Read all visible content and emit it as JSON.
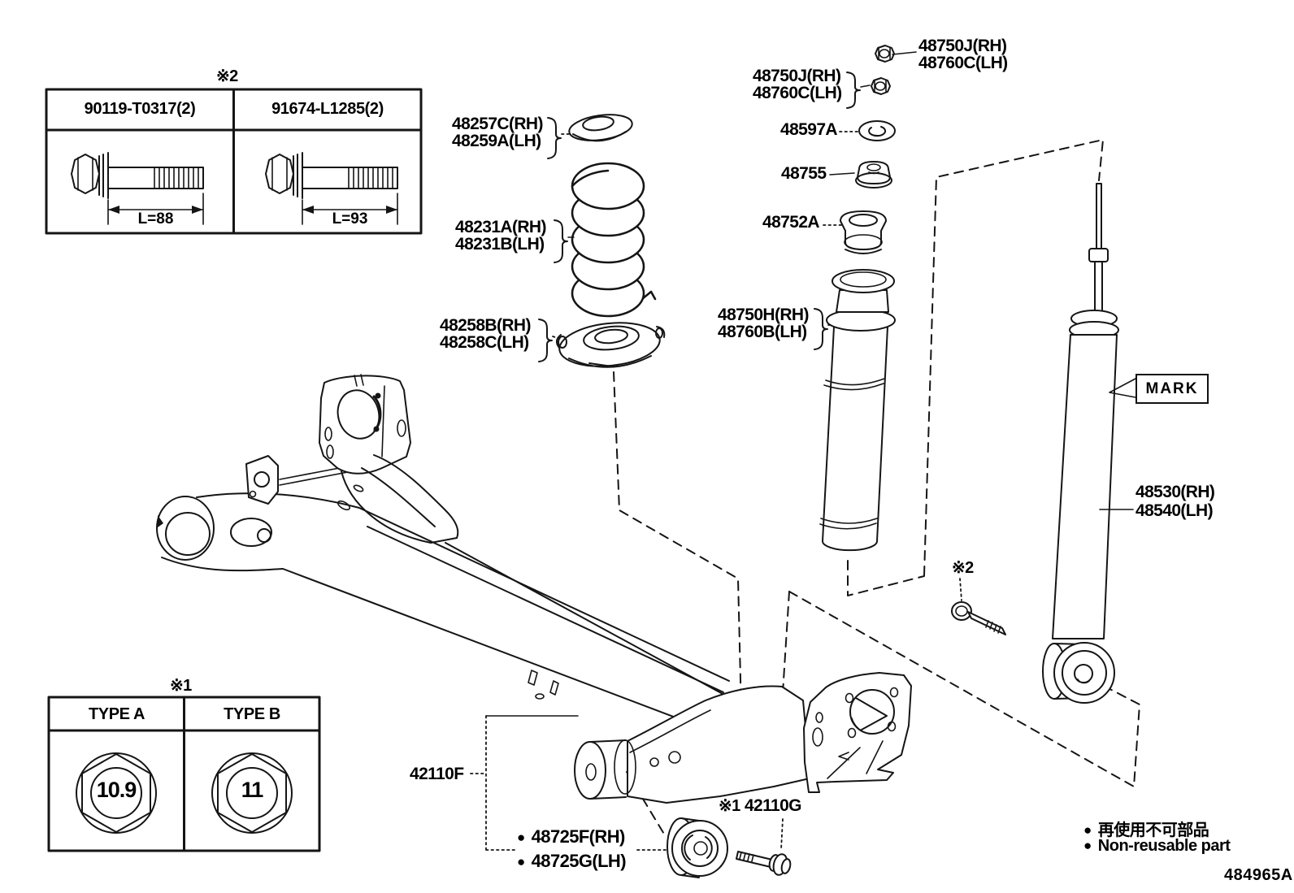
{
  "figure": {
    "doc_number": "484965A"
  },
  "legend": {
    "bullet": "●",
    "jp": "再使用不可部品",
    "en": "Non-reusable part"
  },
  "tables": {
    "bolts": {
      "ref": "※2",
      "col1_part": "90119-T0317(2)",
      "col2_part": "91674-L1285(2)",
      "col1_length": "L=88",
      "col2_length": "L=93"
    },
    "nuts": {
      "ref": "※1",
      "col1_type": "TYPE A",
      "col2_type": "TYPE B",
      "col1_marking": "10.9",
      "col2_marking": "11"
    }
  },
  "labels": {
    "nut_upper": {
      "line1": "48750J(RH)",
      "line2": "48760C(LH)"
    },
    "nut_lower": {
      "line1": "48750J(RH)",
      "line2": "48760C(LH)"
    },
    "washer": {
      "text": "48597A"
    },
    "bump_stop": {
      "text": "48755"
    },
    "collar": {
      "text": "48752A"
    },
    "dust_cover": {
      "line1": "48750H(RH)",
      "line2": "48760B(LH)"
    },
    "spring_upper_seat": {
      "line1": "48257C(RH)",
      "line2": "48259A(LH)"
    },
    "coil_spring": {
      "line1": "48231A(RH)",
      "line2": "48231B(LH)"
    },
    "spring_lower_seat": {
      "line1": "48258B(RH)",
      "line2": "48258C(LH)"
    },
    "shock_absorber": {
      "line1": "48530(RH)",
      "line2": "48540(LH)"
    },
    "mark_tag": {
      "text": "MARK"
    },
    "axle_beam": {
      "text": "42110F"
    },
    "axle_bolt": {
      "ref": "※1",
      "text": "42110G"
    },
    "bushing": {
      "bullet": "●",
      "line1": "48725F(RH)",
      "line2": "48725G(LH)"
    },
    "shock_bolt_ref": {
      "text": "※2"
    }
  }
}
